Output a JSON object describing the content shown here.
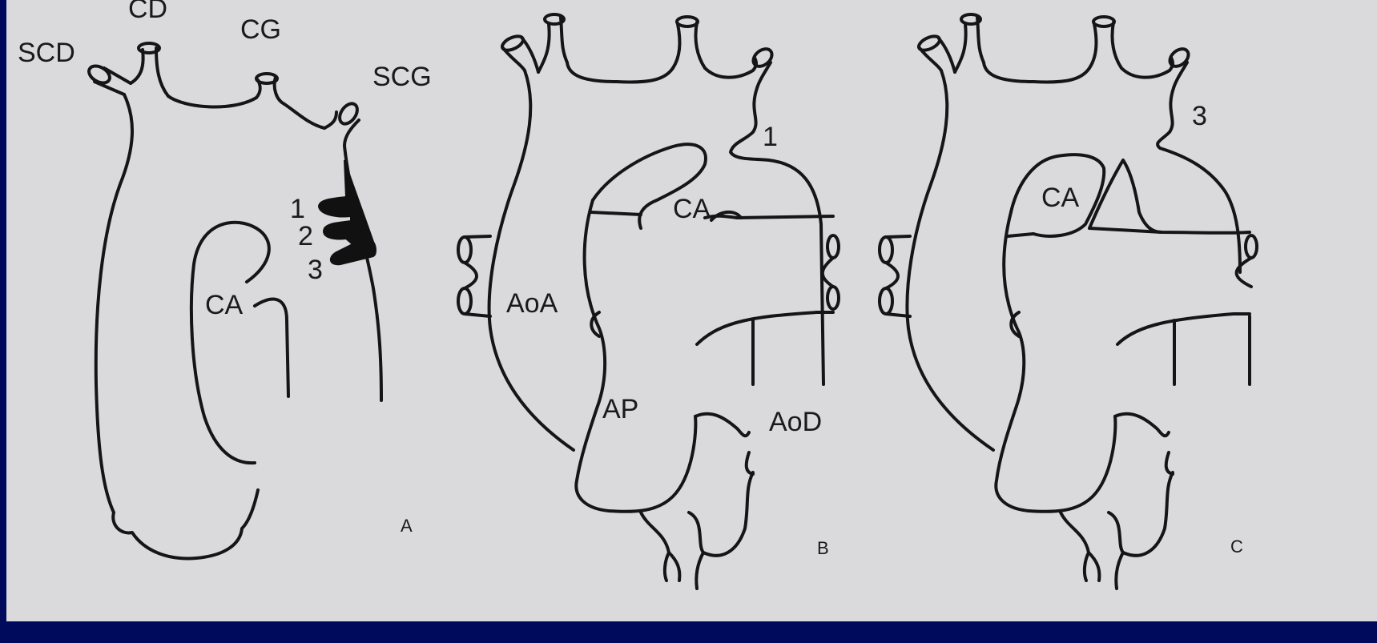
{
  "panel_a": {
    "label_scd": "SCD",
    "label_cd": "CD",
    "label_cg": "CG",
    "label_scg": "SCG",
    "label_1": "1",
    "label_2": "2",
    "label_3": "3",
    "label_ca": "CA",
    "panel_letter": "A"
  },
  "panel_b": {
    "label_1": "1",
    "label_ca": "CA",
    "label_aoa": "AoA",
    "label_ap": "AP",
    "label_aod": "AoD",
    "panel_letter": "B"
  },
  "panel_c": {
    "label_3": "3",
    "label_ca": "CA",
    "panel_letter": "C"
  },
  "colors": {
    "slide_background": "#000a5c",
    "figure_background": "#dadadc",
    "line": "#151515"
  }
}
